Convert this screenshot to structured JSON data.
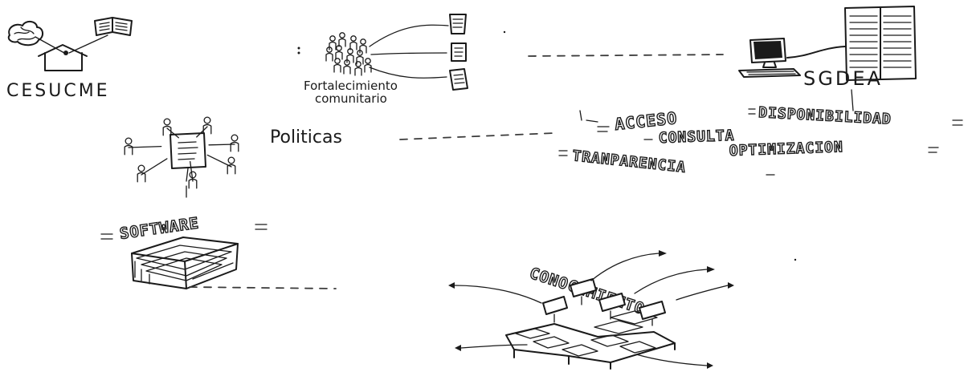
{
  "labels": {
    "ces": "CESUCME",
    "fortalecimiento_line1": "Fortalecimiento",
    "fortalecimiento_line2": "comunitario",
    "sgdea": "SGDEA",
    "politicas": "Politicas",
    "acceso": "ACCESO",
    "disponibilidad": "DISPONIBILIDAD",
    "consulta": "CONSULTA",
    "optimizacion": "OPTIMIZACION",
    "transparencia": "TRANPARENCIA",
    "software": "SOFTWARE",
    "conocimiento": "CONOCIMIENTO"
  },
  "icons": [
    "brain-icon",
    "open-book-icon",
    "house-icon",
    "community-people-icon",
    "document-icon",
    "server-rack-icon",
    "computer-icon",
    "person-icon",
    "software-box-icon",
    "knowledge-blocks-icon",
    "arrow-icon"
  ],
  "colors": {
    "ink": "#1a1a1a",
    "paper": "#ffffff"
  }
}
